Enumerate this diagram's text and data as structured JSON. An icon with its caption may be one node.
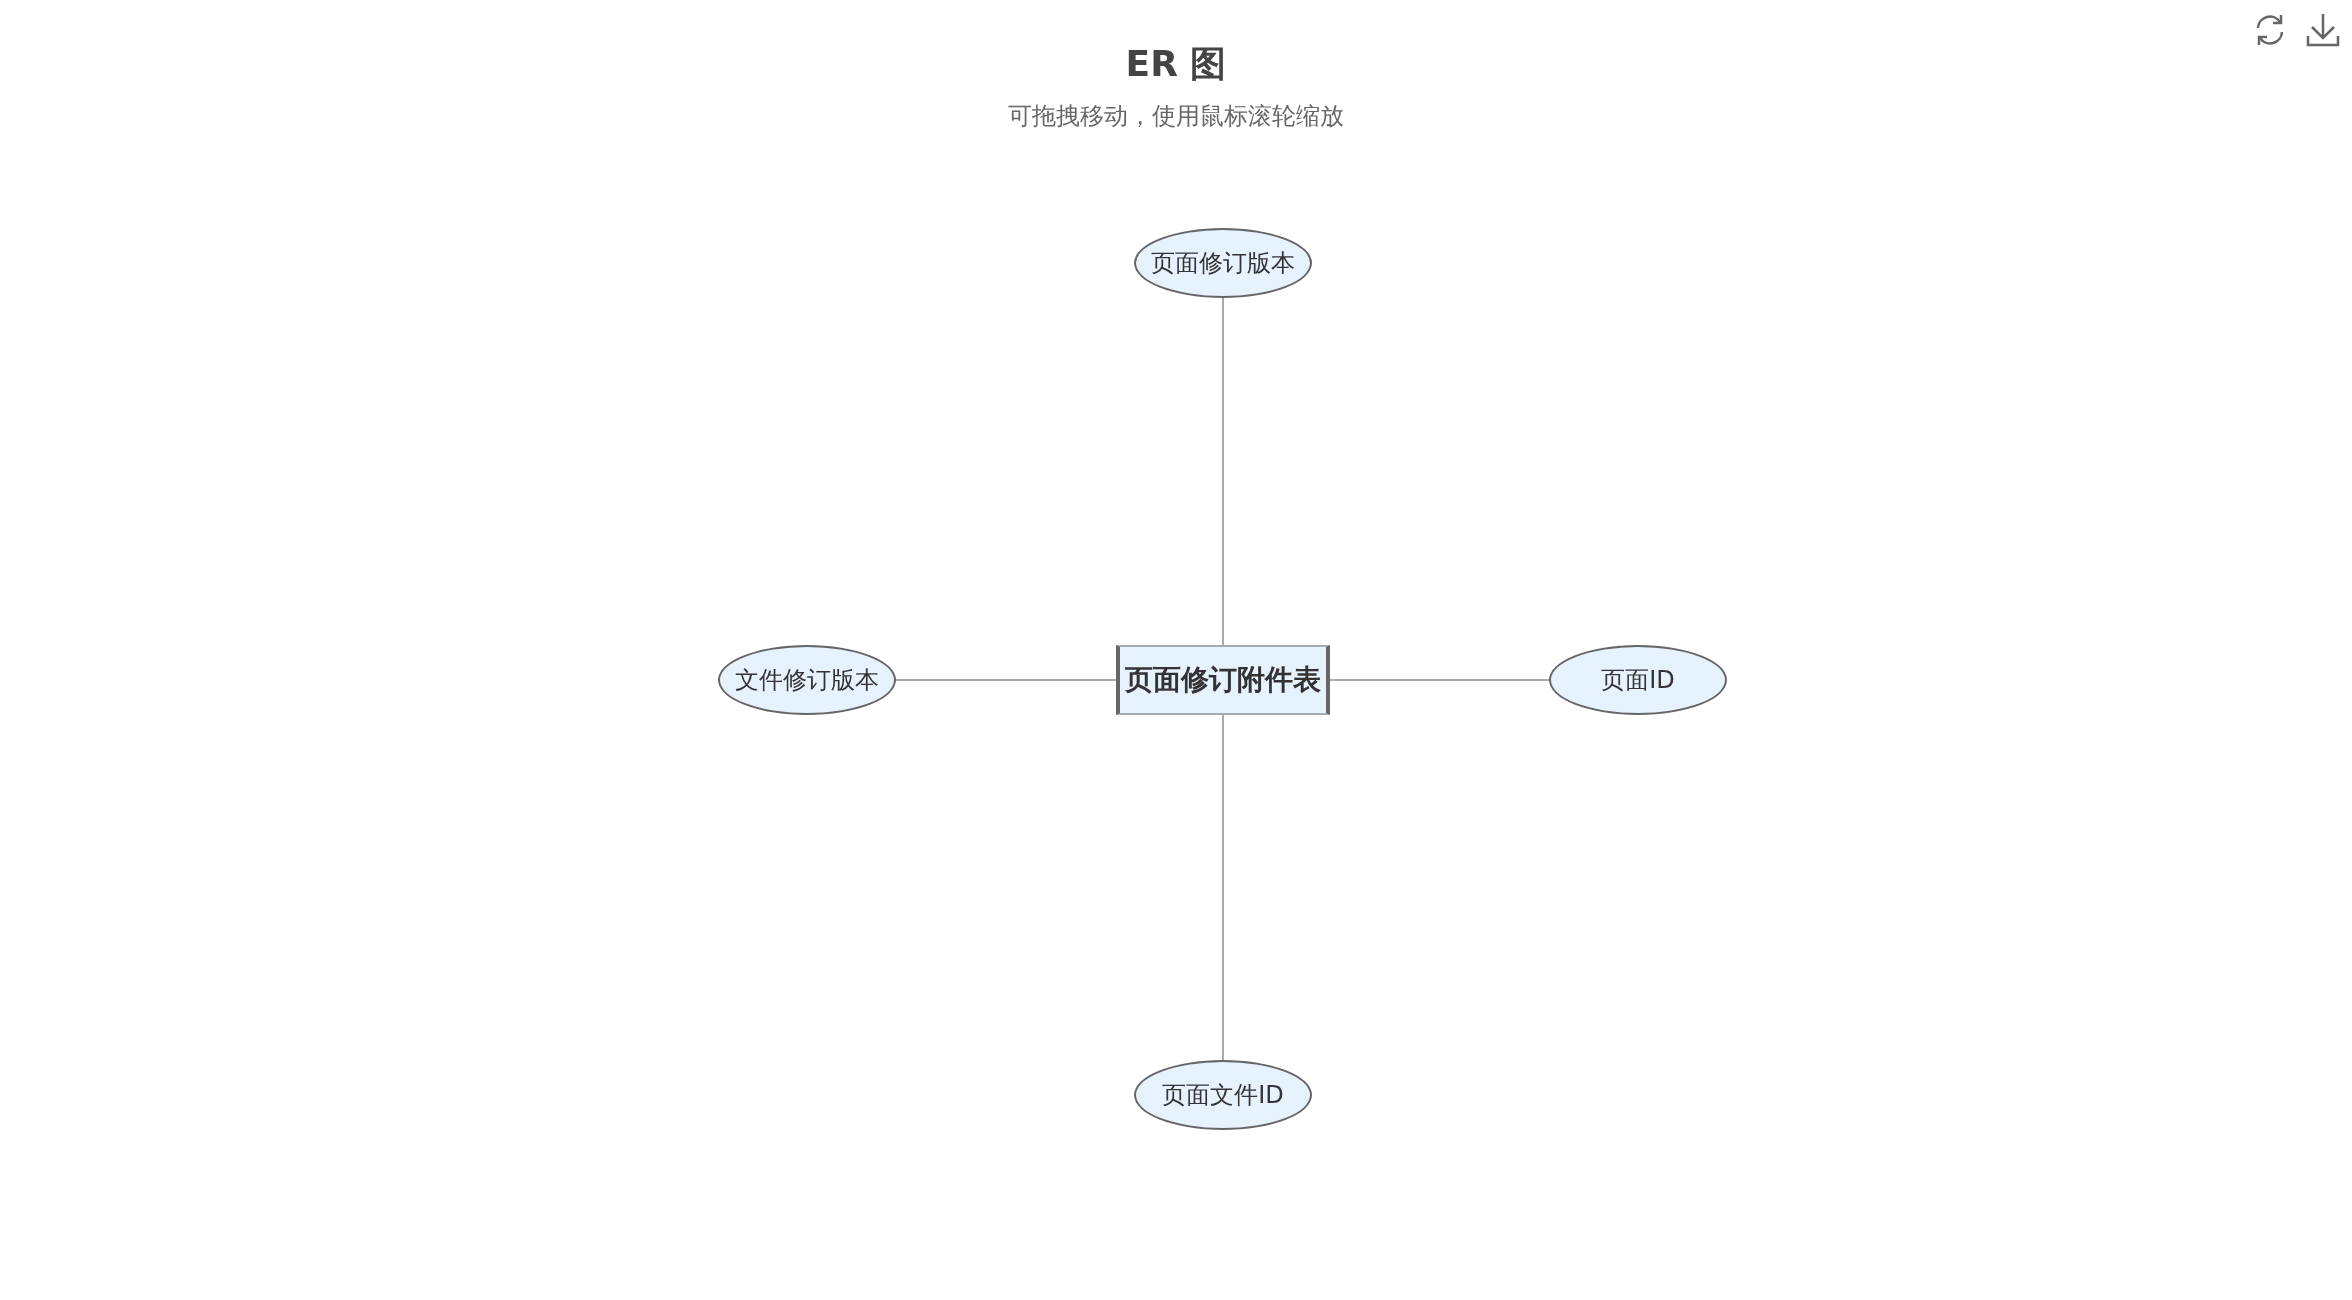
{
  "diagram": {
    "title": "ER 图",
    "nodes": [
      {
        "text": [
          "页面修订版本"
        ]
      },
      {
        "text": [
          "文件修订版本"
        ]
      },
      {
        "text": [
          "页面修订附件表"
        ]
      },
      {
        "text": [
          "页面ID"
        ]
      },
      {
        "text": [
          "页面文件ID"
        ]
      }
    ],
    "edges": [
      {
        "from": 2,
        "to": 0,
        "arrow": "none"
      },
      {
        "from": 2,
        "to": 1,
        "arrow": "none"
      },
      {
        "from": 2,
        "to": 3,
        "arrow": "none"
      },
      {
        "from": 2,
        "to": 4,
        "arrow": "none"
      }
    ],
    "labels": [
      "可拖拽移动，使用鼠标滚轮缩放"
    ]
  }
}
